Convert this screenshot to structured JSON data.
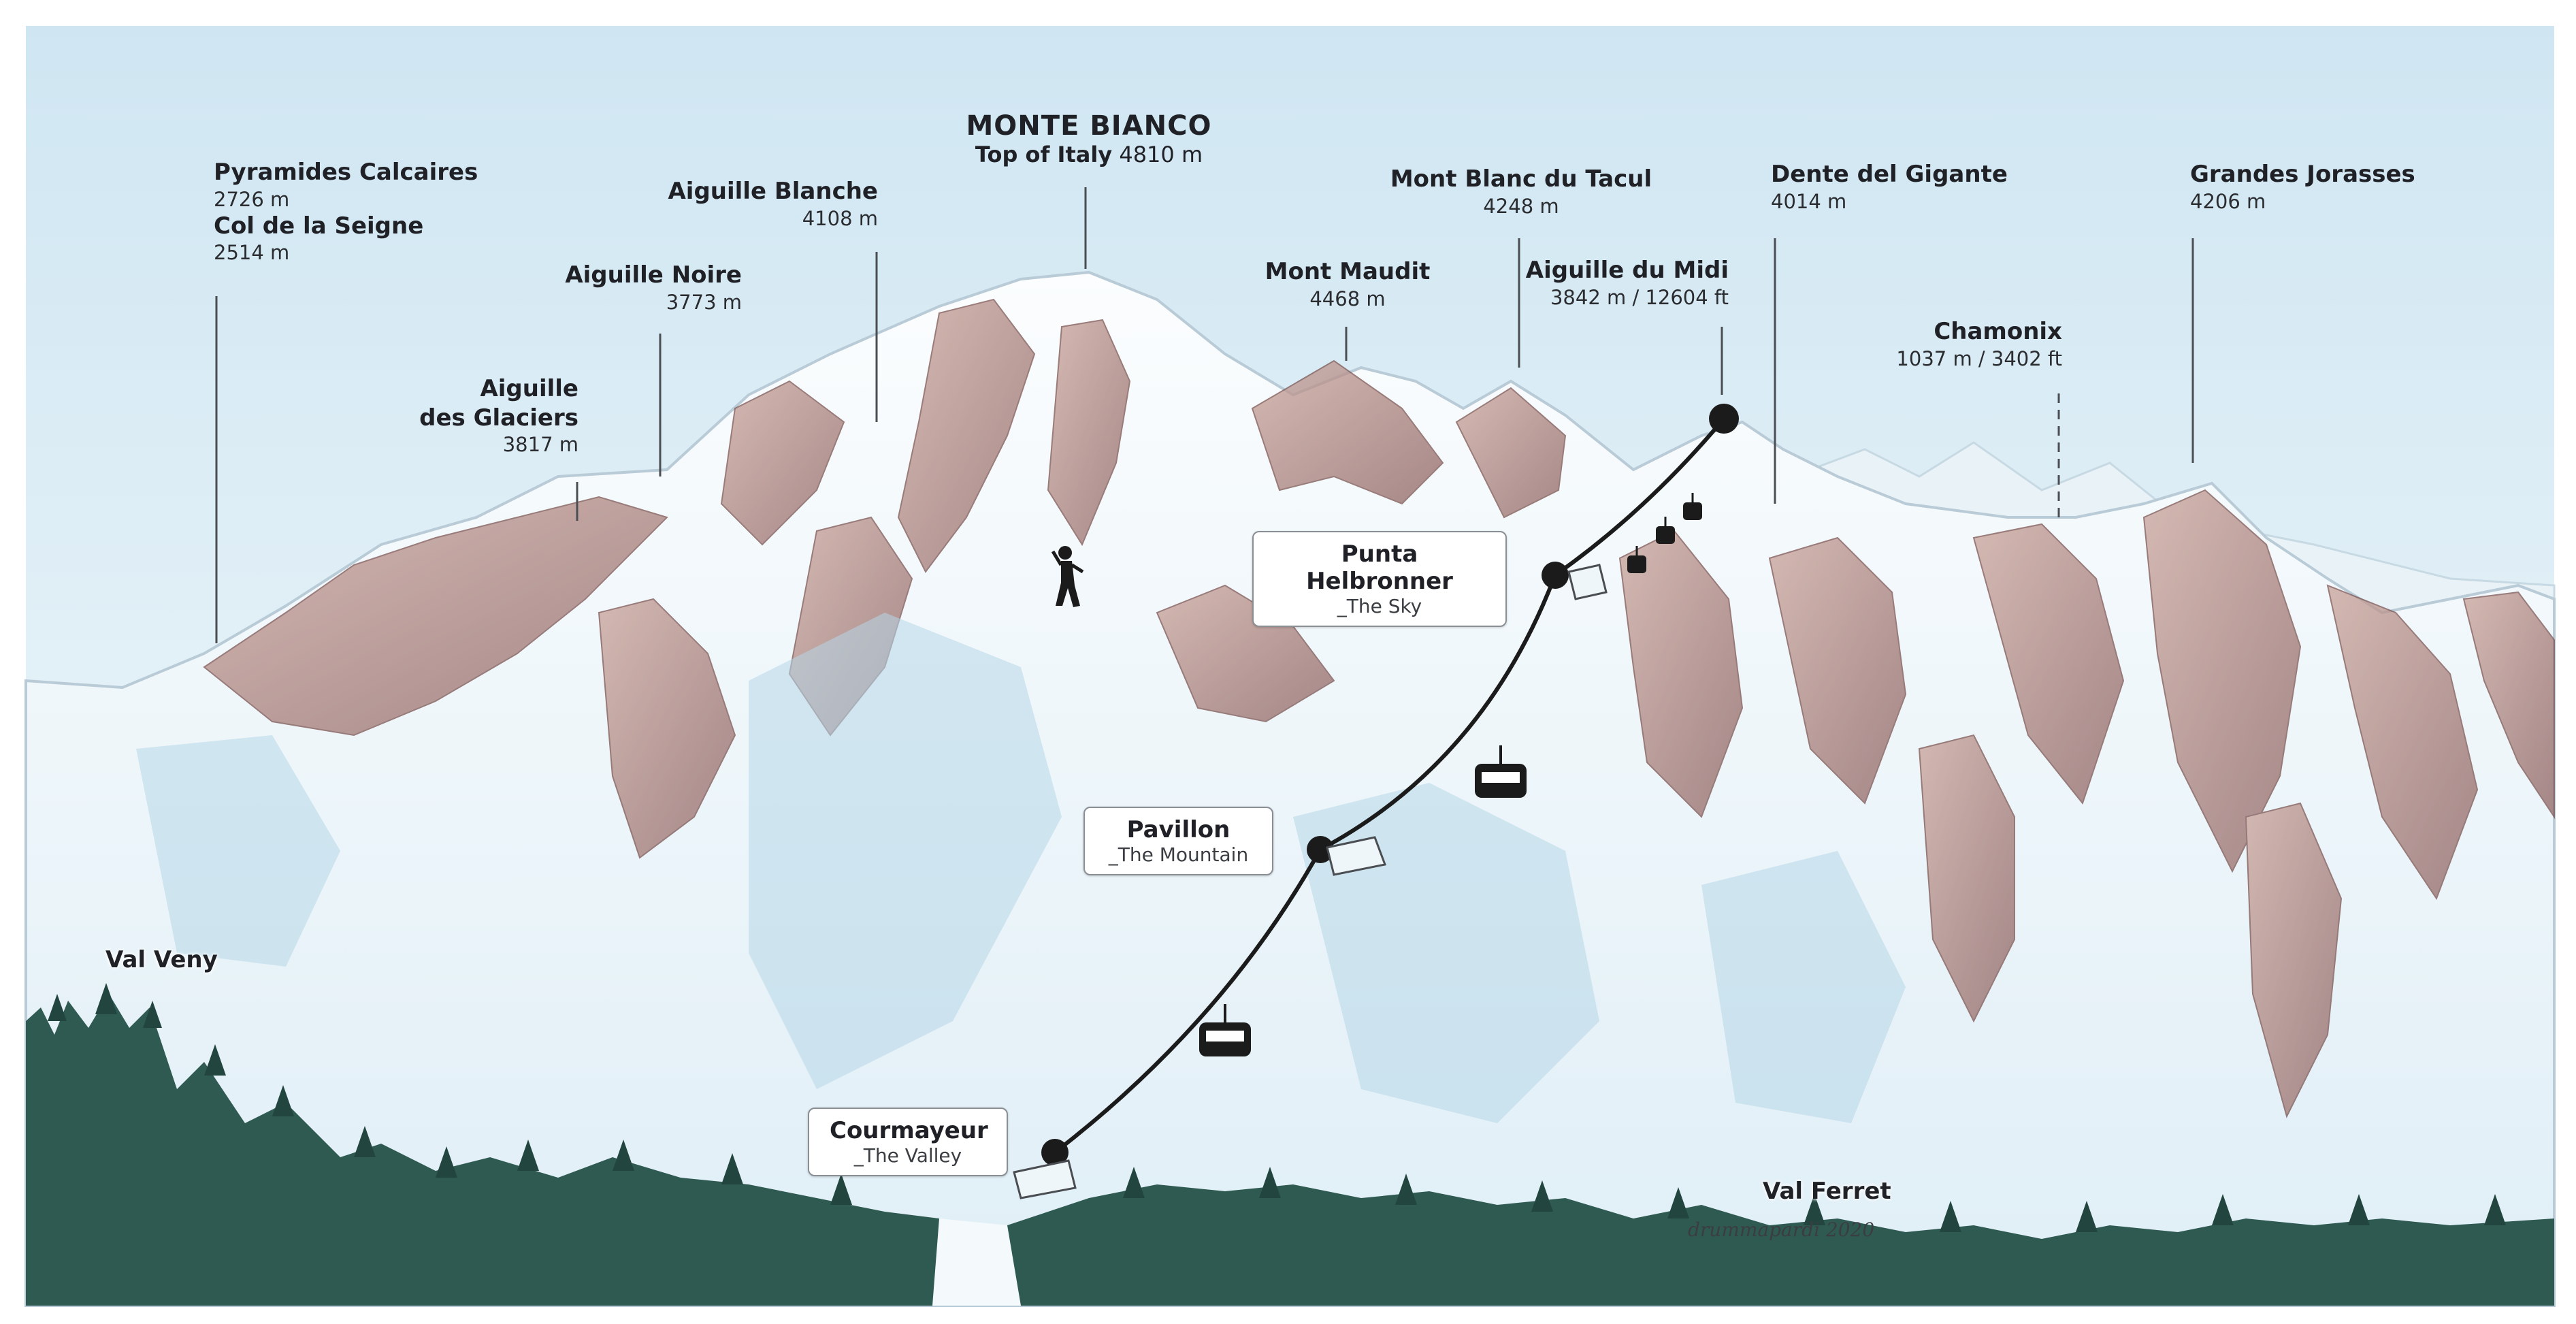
{
  "summit": {
    "title": "MONTE BIANCO",
    "subtitle_bold": "Top of Italy",
    "subtitle_elev": "4810 m"
  },
  "peaks": {
    "pyramides": {
      "name": "Pyramides Calcaires",
      "elev": "2726 m"
    },
    "col_seigne": {
      "name": "Col de la Seigne",
      "elev": "2514 m"
    },
    "aiguille_glaciers": {
      "name_line1": "Aiguille",
      "name_line2": "des Glaciers",
      "elev": "3817 m"
    },
    "aiguille_noire": {
      "name": "Aiguille Noire",
      "elev": "3773 m"
    },
    "aiguille_blanche": {
      "name": "Aiguille Blanche",
      "elev": "4108 m"
    },
    "mont_maudit": {
      "name": "Mont Maudit",
      "elev": "4468 m"
    },
    "mont_blanc_tacul": {
      "name": "Mont Blanc du Tacul",
      "elev": "4248 m"
    },
    "aiguille_midi": {
      "name": "Aiguille du Midi",
      "elev": "3842 m / 12604 ft"
    },
    "dente_gigante": {
      "name": "Dente del Gigante",
      "elev": "4014 m"
    },
    "chamonix": {
      "name": "Chamonix",
      "elev": "1037 m / 3402 ft"
    },
    "grandes_jorasses": {
      "name": "Grandes Jorasses",
      "elev": "4206 m"
    }
  },
  "stations": {
    "courmayeur": {
      "name": "Courmayeur",
      "sub": "_The Valley"
    },
    "pavillon": {
      "name": "Pavillon",
      "sub": "_The Mountain"
    },
    "helbronner": {
      "name": "Punta Helbronner",
      "sub": "_The Sky"
    }
  },
  "valleys": {
    "val_veny": "Val Veny",
    "val_ferret": "Val Ferret"
  },
  "signature": "drummapardi 2020",
  "colors": {
    "sky_top": "#d6e9f3",
    "sky_bottom": "#eef6fa",
    "snow": "#f4f9fc",
    "rock": "#b98d84",
    "rock_dark": "#8a5e5a",
    "shadow": "#a9cfe0",
    "forest": "#2f5a52",
    "cable": "#1b1b1b"
  },
  "icons": [
    "climber-icon",
    "cable-car-icon",
    "station-dot-icon"
  ]
}
